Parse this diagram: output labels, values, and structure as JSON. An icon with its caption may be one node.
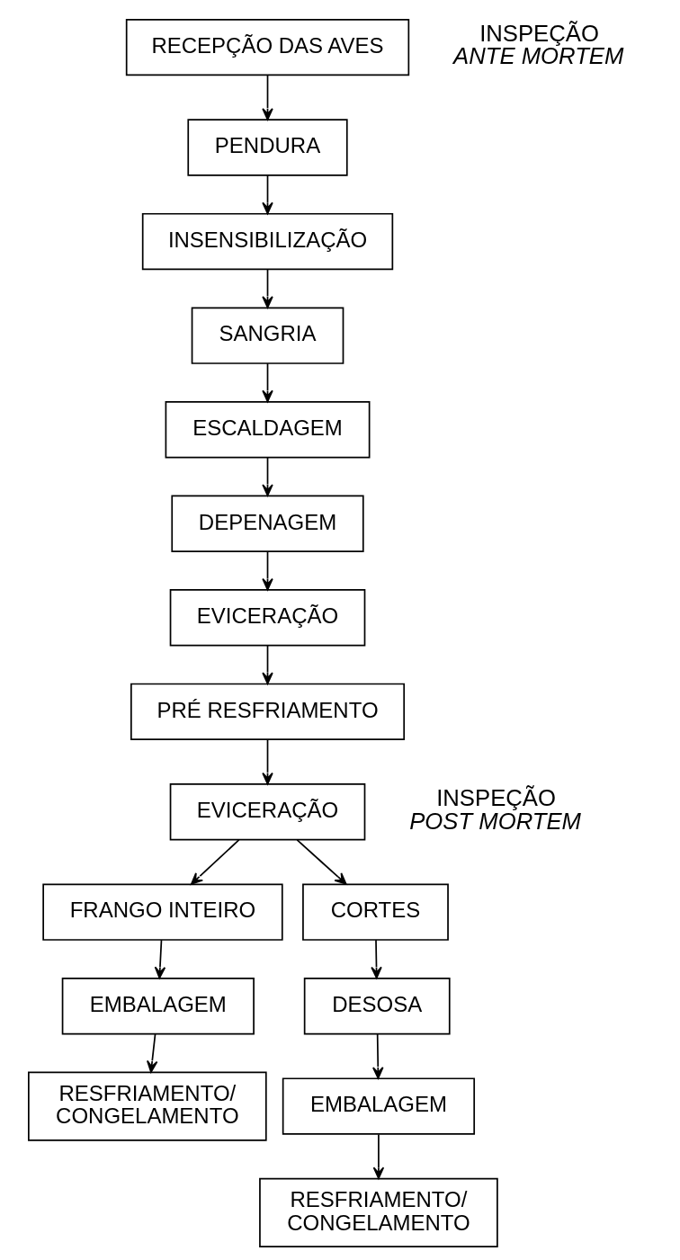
{
  "diagram": {
    "nodes": [
      {
        "text": [
          "RECEPÇÃO DAS AVES"
        ],
        "beside": [
          "INSPEÇÃO ANTE MORTEM"
        ]
      },
      {
        "text": [
          "PENDURA"
        ]
      },
      {
        "text": [
          "INSENSIBILIZAÇÃO"
        ]
      },
      {
        "text": [
          "SANGRIA"
        ]
      },
      {
        "text": [
          "ESCALDAGEM"
        ]
      },
      {
        "text": [
          "DEPENAGEM"
        ]
      },
      {
        "text": [
          "EVICERAÇÃO"
        ]
      },
      {
        "text": [
          "PRÉ RESFRIAMENTO"
        ]
      },
      {
        "text": [
          "EVICERAÇÃO"
        ],
        "beside": [
          "INSPEÇÃO POST MORTEM"
        ]
      },
      {
        "text": [
          "FRANGO INTEIRO"
        ]
      },
      {
        "text": [
          "EMBALAGEM"
        ]
      },
      {
        "text": [
          "RESFRIAMENTO/ CONGELAMENTO"
        ]
      },
      {
        "text": [
          "CORTES"
        ]
      },
      {
        "text": [
          "DESOSA"
        ]
      },
      {
        "text": [
          "EMBALAGEM"
        ]
      },
      {
        "text": [
          "RESFRIAMENTO/ CONGELAMENTO"
        ]
      }
    ],
    "edges": [
      {
        "from": 0,
        "to": 1,
        "arrow": "to"
      },
      {
        "from": 1,
        "to": 2,
        "arrow": "to"
      },
      {
        "from": 2,
        "to": 3,
        "arrow": "to"
      },
      {
        "from": 3,
        "to": 4,
        "arrow": "to"
      },
      {
        "from": 4,
        "to": 5,
        "arrow": "to"
      },
      {
        "from": 5,
        "to": 6,
        "arrow": "to"
      },
      {
        "from": 6,
        "to": 7,
        "arrow": "to"
      },
      {
        "from": 7,
        "to": 8,
        "arrow": "to"
      },
      {
        "from": 8,
        "to": 9,
        "arrow": "to"
      },
      {
        "from": 8,
        "to": 12,
        "arrow": "to"
      },
      {
        "from": 9,
        "to": 10,
        "arrow": "to"
      },
      {
        "from": 10,
        "to": 11,
        "arrow": "to"
      },
      {
        "from": 12,
        "to": 13,
        "arrow": "to"
      },
      {
        "from": 13,
        "to": 14,
        "arrow": "to"
      },
      {
        "from": 14,
        "to": 15,
        "arrow": "to"
      }
    ]
  }
}
